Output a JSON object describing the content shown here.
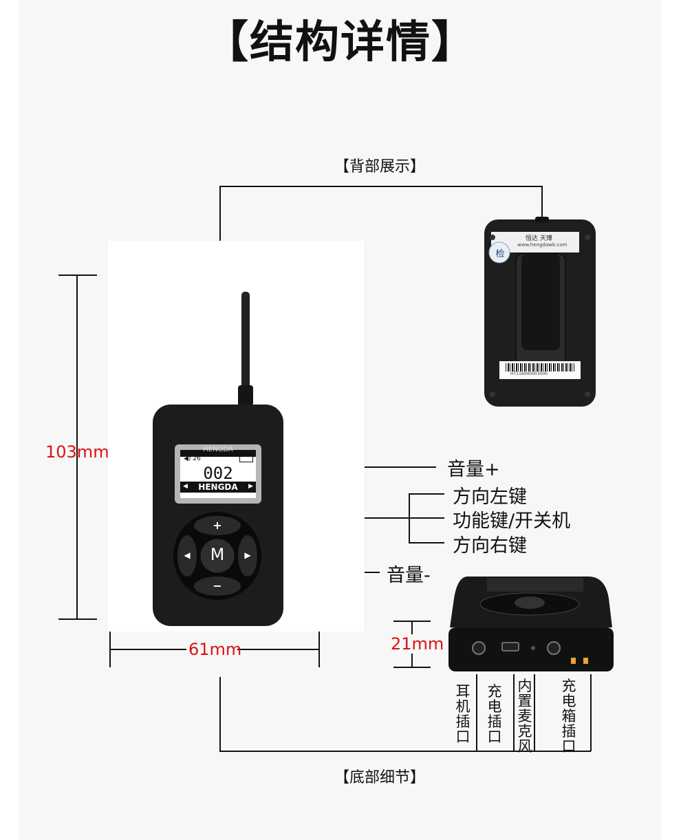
{
  "title": "【结构详情】",
  "back_view_title": "【背部展示】",
  "bottom_detail_title": "【底部细节】",
  "dimensions": {
    "height": "103mm",
    "width": "61mm",
    "thickness": "21mm"
  },
  "button_labels": {
    "volume_up": "音量+",
    "left_key": "方向左键",
    "function_key": "功能键/开关机",
    "right_key": "方向右键",
    "volume_down": "音量-"
  },
  "port_labels": {
    "earphone": "耳机插口",
    "charging": "充电插口",
    "mic": "内置麦克风",
    "dock": "充电箱插口"
  },
  "device_screen": {
    "brand_header": "HENGDA",
    "volume": "26",
    "channel": "002",
    "footer": "HENGDA"
  },
  "keypad": {
    "center": "M",
    "up": "+",
    "down": "−",
    "left": "◀",
    "right": "▶"
  },
  "back_label": {
    "badge": "检",
    "brand": "恒达 天博",
    "website": "www.hengdawb.com",
    "barcode_number": "HT116000003000"
  },
  "colors": {
    "dimension": "#dd1111",
    "device_body": "#1c1c1c"
  }
}
